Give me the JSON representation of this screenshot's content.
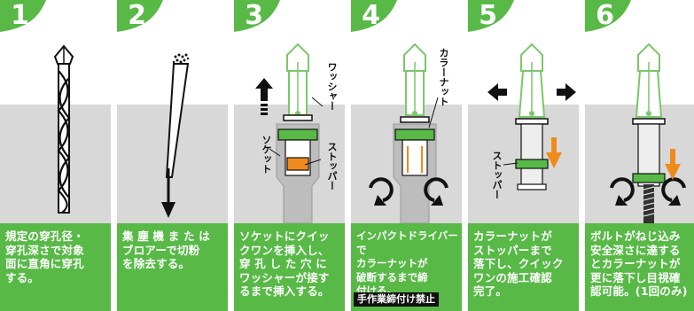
{
  "theme": {
    "green": "#58b947",
    "wall": "#d8d8d8",
    "accent_orange": "#f08a1c",
    "tool_green": "#7cc66a"
  },
  "steps": [
    {
      "number": "1",
      "caption": "規定の穿孔径・\n穿孔深さで対象\n面に直角に穿孔\nする。",
      "illustration": "drill-bit"
    },
    {
      "number": "2",
      "caption": "集 塵 機 ま た は\nブロアーで切粉\nを除去する。",
      "illustration": "blower-nozzle"
    },
    {
      "number": "3",
      "caption": "ソケットにクイッ\nクワンを挿入し、\n穿 孔 し た 穴 に\nワッシャーが接す\nるまで挿入する。",
      "labels": {
        "washer": "ワッシャー",
        "socket": "ソケット",
        "stopper": "ストッパー"
      },
      "illustration": "socket-insert"
    },
    {
      "number": "4",
      "caption": "インパクトドライバーで\nカラーナットが\n破断するまで締\n付ける。",
      "warning": "手作業締付け禁止",
      "labels": {
        "collar_nut": "カラーナット"
      },
      "illustration": "impact-tighten"
    },
    {
      "number": "5",
      "caption": "カラーナットが\nストッパーまで\n落下し、クイック\nワンの施工確認\n完了。",
      "labels": {
        "stopper": "ストッパー"
      },
      "illustration": "nut-drop"
    },
    {
      "number": "6",
      "caption": "ボルトがねじ込み\n安全深さに達する\nとカラーナットが\n更に落下し目視確\n認可能。(1回のみ)",
      "illustration": "bolt-depth"
    }
  ]
}
